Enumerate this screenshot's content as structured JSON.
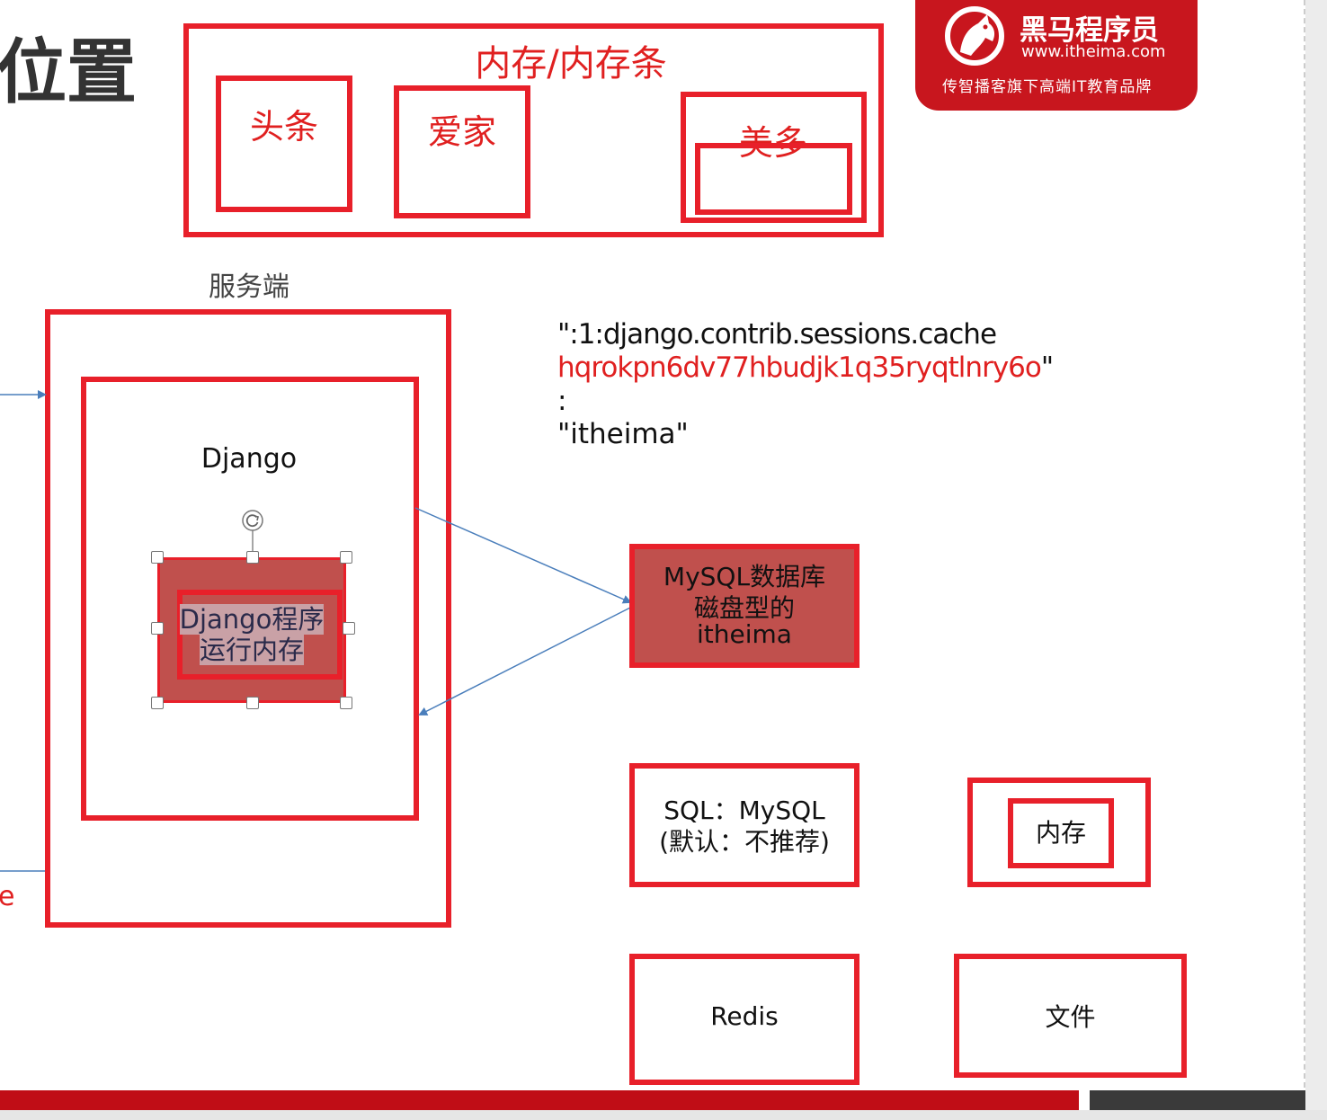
{
  "slide": {
    "title_fragment": "位置",
    "memory_group": {
      "label": "内存/内存条",
      "apps": [
        "头条",
        "爱家",
        "美多"
      ]
    },
    "server_label": "服务端",
    "django": {
      "label": "Django",
      "program_memory_line1": "Django程序",
      "program_memory_line2": "运行内存"
    },
    "session_key": {
      "line1": "\":1:django.contrib.sessions.cache",
      "line2_red": "hqrokpn6dv77hbudjk1q35ryqtlnry6o",
      "line2_suffix": "\"",
      "line3": ":",
      "line4": "\"itheima\""
    },
    "storage": {
      "mysql_line1": "MySQL数据库",
      "mysql_line2": "磁盘型的",
      "mysql_line3": "itheima",
      "sql_line1": "SQL：MySQL",
      "sql_line2": "(默认：不推荐)",
      "memory": "内存",
      "redis": "Redis",
      "file": "文件"
    },
    "left_edge_fragment": "e"
  },
  "logo": {
    "brand": "黑马程序员",
    "url": "www.itheima.com",
    "slogan": "传智播客旗下高端IT教育品牌"
  },
  "colors": {
    "accent_red": "#e8202a",
    "fill_red": "#c0504d",
    "arrow_blue": "#4a7ebb",
    "footer_red": "#c00d16",
    "footer_dark": "#3a3a3a"
  }
}
